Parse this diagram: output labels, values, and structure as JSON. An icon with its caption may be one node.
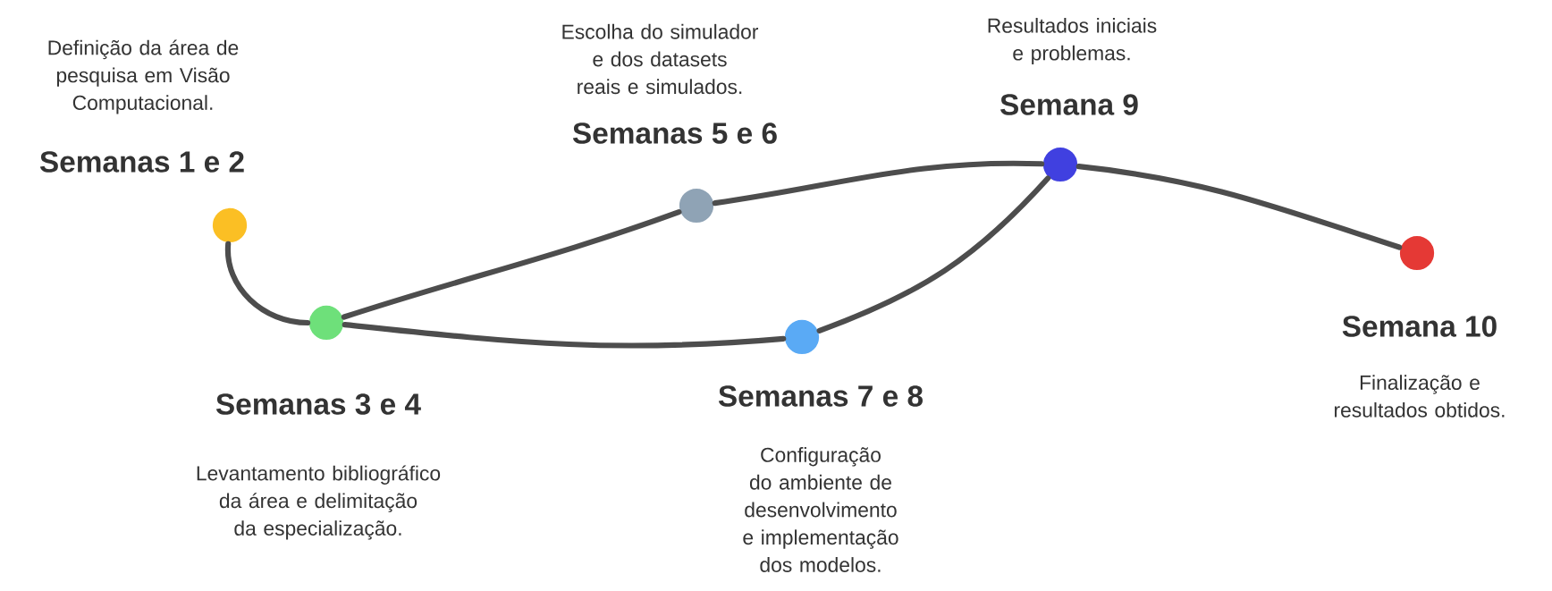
{
  "diagram": {
    "nodes": [
      {
        "text": [
          "Definição da área de pesquisa em Visão Computacional.",
          "Semanas 1 e 2"
        ]
      },
      {
        "text": [
          "Semanas 3 e 4",
          "Levantamento bibliográfico da área e delimitação da especialização."
        ]
      },
      {
        "text": [
          "Escolha do simulador e dos datasets reais e simulados.",
          "Semanas 5 e 6"
        ]
      },
      {
        "text": [
          "Semanas 7 e 8",
          "Configuração do ambiente de desenvolvimento e implementação dos modelos."
        ]
      },
      {
        "text": [
          "Resultados iniciais e problemas.",
          "Semana 9"
        ]
      },
      {
        "text": [
          "Semana 10",
          "Finalização e resultados obtidos."
        ]
      }
    ],
    "edges": [
      {
        "from": 0,
        "to": 1,
        "arrow": "none"
      },
      {
        "from": 1,
        "to": 2,
        "arrow": "none"
      },
      {
        "from": 1,
        "to": 3,
        "arrow": "none"
      },
      {
        "from": 2,
        "to": 4,
        "arrow": "none"
      },
      {
        "from": 3,
        "to": 4,
        "arrow": "none"
      },
      {
        "from": 4,
        "to": 5,
        "arrow": "none"
      }
    ]
  }
}
